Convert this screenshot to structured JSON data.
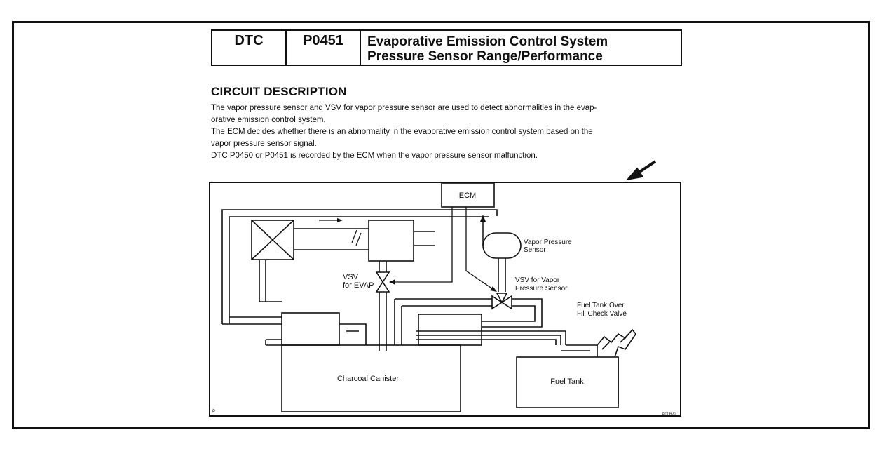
{
  "dtc": {
    "label": "DTC",
    "code": "P0451",
    "title_line1": "Evaporative Emission Control System",
    "title_line2": "Pressure Sensor Range/Performance"
  },
  "section": {
    "heading": "CIRCUIT DESCRIPTION",
    "lines": [
      "The vapor pressure sensor and VSV for vapor pressure sensor are used to detect abnormalities in the evap-",
      "orative emission control system.",
      "The ECM decides whether there is an abnormality in the evaporative emission control system based on the",
      "vapor pressure sensor signal.",
      "DTC P0450 or P0451 is recorded by the ECM when the vapor pressure sensor malfunction."
    ]
  },
  "diagram": {
    "ecm": "ECM",
    "vapor_sensor_line1": "Vapor Pressure",
    "vapor_sensor_line2": "Sensor",
    "vsv_evap_line1": "VSV",
    "vsv_evap_line2": "for EVAP",
    "vsv_vapor_line1": "VSV for Vapor",
    "vsv_vapor_line2": "Pressure Sensor",
    "fuel_check_line1": "Fuel Tank Over",
    "fuel_check_line2": "Fill Check Valve",
    "canister": "Charcoal Canister",
    "fuel_tank": "Fuel Tank",
    "corner_mark": "P",
    "figure_code": "A00672"
  }
}
